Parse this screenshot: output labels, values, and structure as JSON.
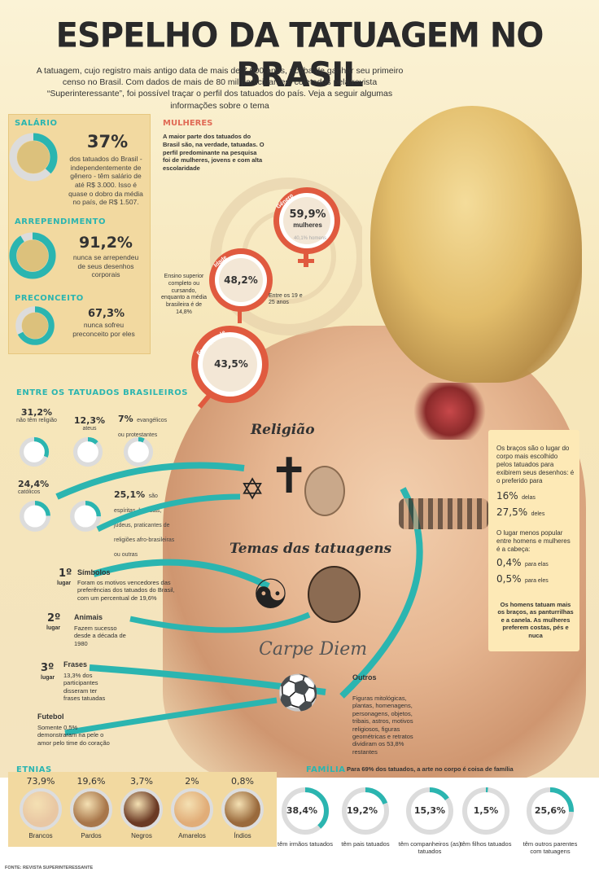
{
  "title": "ESPELHO DA TATUAGEM NO BRASIL",
  "intro": "A tatuagem, cujo registro mais antigo data de mais de 7.000 anos, acaba de ganhar seu primeiro censo no Brasil. Com dados de mais de 80 mil participantes, coletados pela revista “Superinteressante”, foi possível traçar o perfil dos tatuados do país. Veja a seguir algumas informações sobre o tema",
  "salario": {
    "head": "SALÁRIO",
    "pct": "37%",
    "text": "dos tatuados do Brasil - independentemente de gênero - têm salário de até R$ 3.000. Isso é quase o dobro da média no país, de R$ 1.507.",
    "fraction": 0.37
  },
  "arrependimento": {
    "head": "ARREPENDIMENTO",
    "pct": "91,2%",
    "text": "nunca se arrependeu de seus desenhos corporais",
    "fraction": 0.912
  },
  "preconceito": {
    "head": "PRECONCEITO",
    "pct": "67,3%",
    "text": "nunca sofreu preconceito por eles",
    "fraction": 0.673
  },
  "mulheres": {
    "head": "MULHERES",
    "text": "A maior parte dos tatuados do Brasil são, na verdade, tatuadas. O perfil predominante na pesquisa foi de mulheres, jovens e com alta escolaridade",
    "genero": {
      "label": "Gênero",
      "pct": "59,9%",
      "sub": "mulheres",
      "alt": "40,1% homens"
    },
    "idade": {
      "label": "Idade",
      "pct": "48,2%",
      "note": "Entre os 19 e 25 anos"
    },
    "escolaridade": {
      "label": "Escolaridade",
      "pct": "43,5%",
      "note": "Ensino superior completo ou cursando, enquanto a média brasileira é de 14,8%"
    }
  },
  "religiao": {
    "head": "ENTRE OS TATUADOS BRASILEIROS",
    "items": [
      {
        "pct": "31,2%",
        "text": "não têm religião",
        "fraction": 0.312
      },
      {
        "pct": "12,3%",
        "text": "ateus",
        "fraction": 0.123
      },
      {
        "pct": "7%",
        "text": "evangélicos ou protestantes",
        "fraction": 0.07
      },
      {
        "pct": "24,4%",
        "text": "católicos",
        "fraction": 0.244
      },
      {
        "pct": "25,1%",
        "text": "são espíritas, budistas, judeus, praticantes de religiões afro-brasileiras ou outras",
        "fraction": 0.251
      }
    ],
    "tattoo_label": "Religião"
  },
  "temas": {
    "tattoo_label": "Temas das tatuagens",
    "carpe": "Carpe Diem",
    "rank": [
      {
        "place": "1º",
        "lugar": "lugar",
        "name": "Símbolos",
        "text": "Foram os motivos vencedores das preferências dos tatuados do Brasil, com um percentual de 19,6%"
      },
      {
        "place": "2º",
        "lugar": "lugar",
        "name": "Animais",
        "text": "Fazem sucesso desde a década de 1980"
      },
      {
        "place": "3º",
        "lugar": "lugar",
        "name": "Frases",
        "text": "13,3% dos participantes disseram ter frases tatuadas"
      }
    ],
    "futebol": {
      "name": "Futebol",
      "text": "Somente 0,5% demonstraram na pele o amor pelo time do coração"
    },
    "outros": {
      "name": "Outros",
      "text": "Figuras mitológicas, plantas, homenagens, personagens, objetos, tribais, astros, motivos religiosos, figuras geométricas e retratos dividiram os 53,8% restantes"
    }
  },
  "bracos": {
    "text1": "Os braços são o lugar do corpo mais escolhido pelos tatuados para exibirem seus desenhos: é o preferido para",
    "p1": "16%",
    "l1": "delas",
    "p2": "27,5%",
    "l2": "deles",
    "text2": "O lugar menos popular entre homens e mulheres é a cabeça:",
    "p3": "0,4%",
    "l3": "para elas",
    "p4": "0,5%",
    "l4": "para eles",
    "text3": "Os homens tatuam mais os braços, as panturrilhas e a canela. As mulheres preferem costas, pés e nuca"
  },
  "etnias": {
    "head": "ETNIAS",
    "items": [
      {
        "pct": "73,9%",
        "name": "Brancos",
        "color": "#e9c7a3"
      },
      {
        "pct": "19,6%",
        "name": "Pardos",
        "color": "#a8764a"
      },
      {
        "pct": "3,7%",
        "name": "Negros",
        "color": "#6b3a24"
      },
      {
        "pct": "2%",
        "name": "Amarelos",
        "color": "#e1ad78"
      },
      {
        "pct": "0,8%",
        "name": "Índios",
        "color": "#9a6a3c"
      }
    ]
  },
  "familia": {
    "head": "FAMÍLIA",
    "sub": "Para 69% dos tatuados, a arte no corpo é coisa de família",
    "items": [
      {
        "pct": "38,4%",
        "text": "têm irmãos tatuados",
        "fraction": 0.384
      },
      {
        "pct": "19,2%",
        "text": "têm pais tatuados",
        "fraction": 0.192
      },
      {
        "pct": "15,3%",
        "text": "têm companheiros (as) tatuados",
        "fraction": 0.153
      },
      {
        "pct": "1,5%",
        "text": "têm filhos tatuados",
        "fraction": 0.015
      },
      {
        "pct": "25,6%",
        "text": "têm outros parentes com tatuagens",
        "fraction": 0.256
      }
    ]
  },
  "source": "FONTE: REVISTA SUPERINTERESSANTE",
  "colors": {
    "teal": "#2bb5b0",
    "red": "#e05a3f",
    "panel": "#f2d9a0"
  }
}
